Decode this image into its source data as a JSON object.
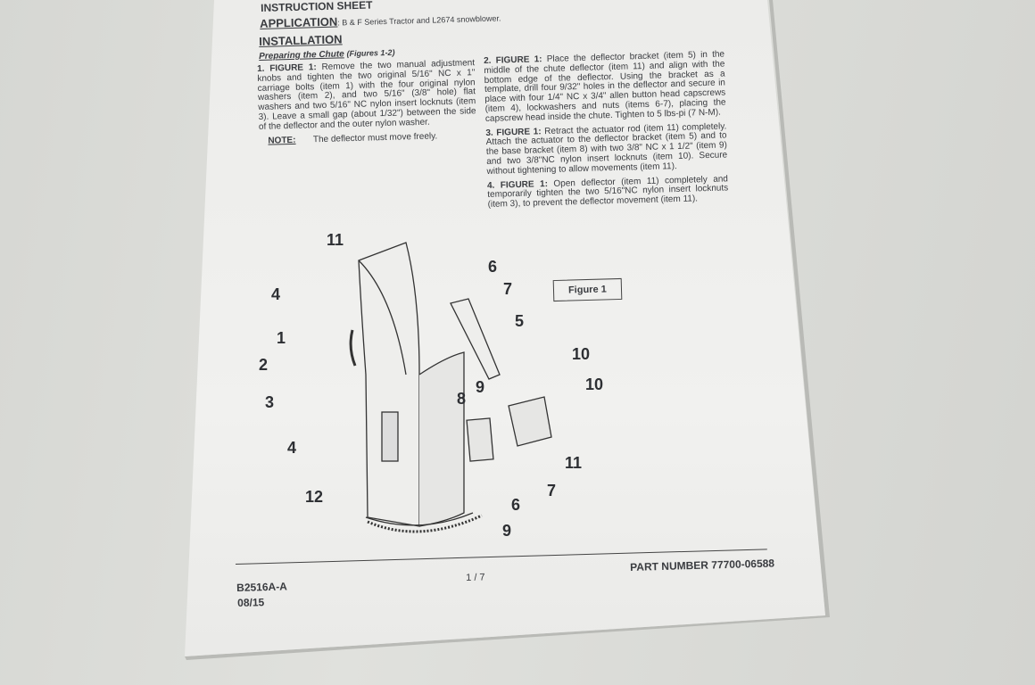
{
  "header": {
    "sheet_title": "INSTRUCTION SHEET",
    "application_label": "APPLICATION",
    "application_text": ": B & F Series Tractor and L2674 snowblower.",
    "installation": "INSTALLATION",
    "section": "Preparing the Chute",
    "section_ref": "(Figures 1-2)"
  },
  "steps": [
    {
      "num": "1.",
      "fig": "FIGURE 1:",
      "text": "Remove the two manual adjustment knobs and tighten the two original 5/16\" NC x 1\" carriage bolts (item 1) with the four original nylon washers (item 2), and two 5/16\" (3/8\" hole) flat washers and two 5/16\" NC nylon insert locknuts (item 3). Leave a small gap (about 1/32\") between the side of the deflector and the outer nylon washer."
    },
    {
      "num": "2.",
      "fig": "FIGURE 1:",
      "text": "Place the deflector bracket (item 5) in the middle of the chute deflector (item 11) and align with the bottom edge of the deflector. Using the bracket as a template, drill four 9/32\" holes in the deflector and secure in place with four 1/4\" NC x 3/4\" allen button head capscrews (item 4), lockwashers and nuts (items 6-7), placing the capscrew head inside the chute. Tighten to 5 lbs-pi (7 N-M)."
    },
    {
      "num": "3.",
      "fig": "FIGURE 1:",
      "text": "Retract the actuator rod (item 11) completely. Attach the actuator to the deflector bracket (item 5) and to the base bracket (item 8) with two 3/8\" NC x 1 1/2\" (item 9) and two 3/8\"NC nylon insert locknuts (item 10). Secure without tightening to allow movements (item 11)."
    },
    {
      "num": "4.",
      "fig": "FIGURE 1:",
      "text": "Open deflector (item 11) completely and temporarily tighten the two 5/16\"NC nylon insert locknuts (item 3), to prevent the deflector movement (item 11)."
    }
  ],
  "note": {
    "label": "NOTE:",
    "text": "The deflector must move freely."
  },
  "figure": {
    "caption": "Figure 1",
    "callouts": [
      "11",
      "6",
      "7",
      "4",
      "5",
      "1",
      "2",
      "10",
      "10",
      "9",
      "3",
      "8",
      "4",
      "11",
      "7",
      "12",
      "6",
      "9"
    ]
  },
  "footer": {
    "doc_code": "B2516A-A",
    "date": "08/15",
    "page": "1 / 7",
    "part_label": "PART NUMBER",
    "part_number": "77700-06588"
  }
}
